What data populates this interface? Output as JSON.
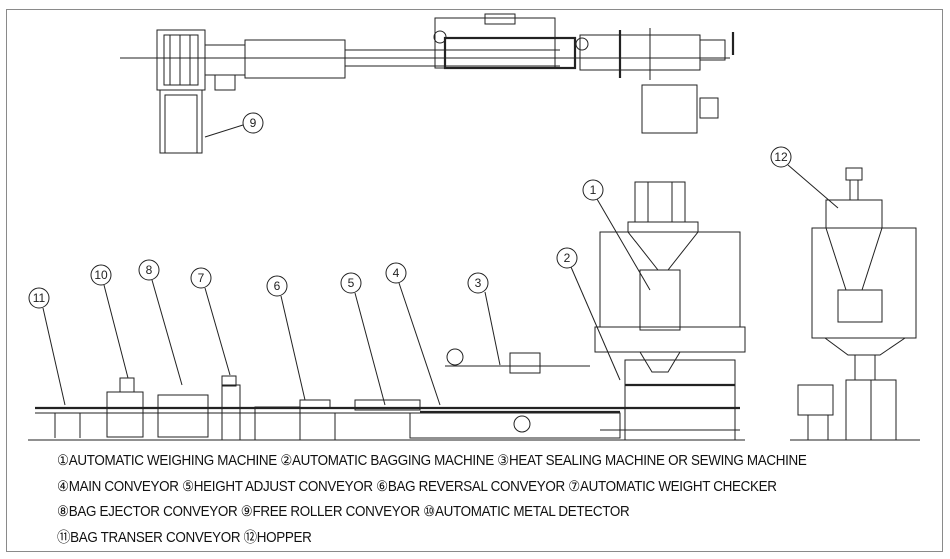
{
  "callouts": [
    "1",
    "2",
    "3",
    "4",
    "5",
    "6",
    "7",
    "8",
    "9",
    "10",
    "11",
    "12"
  ],
  "legend": [
    "①AUTOMATIC WEIGHING MACHINE ②AUTOMATIC BAGGING MACHINE ③HEAT SEALING MACHINE OR SEWING MACHINE",
    "④MAIN CONVEYOR  ⑤HEIGHT ADJUST CONVEYOR ⑥BAG REVERSAL CONVEYOR ⑦AUTOMATIC WEIGHT CHECKER",
    "⑧BAG EJECTOR CONVEYOR ⑨FREE ROLLER CONVEYOR ⑩AUTOMATIC METAL DETECTOR",
    "⑪BAG TRANSER CONVEYOR ⑫HOPPER"
  ]
}
